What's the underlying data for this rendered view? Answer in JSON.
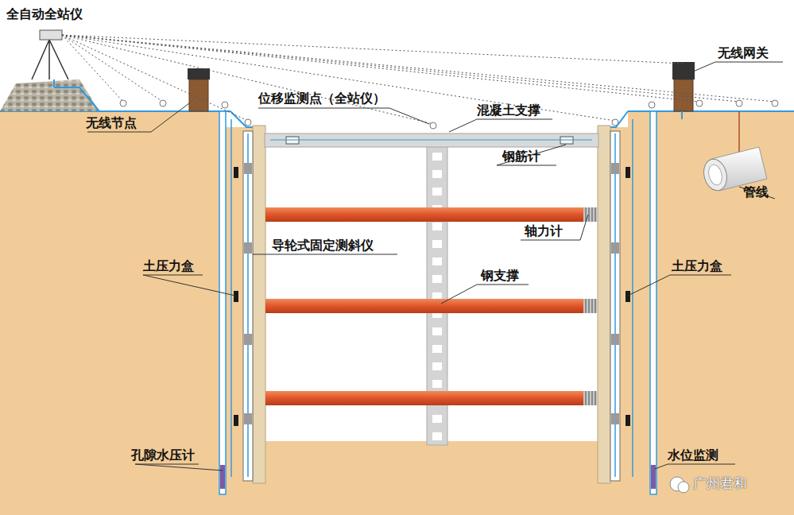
{
  "diagram": {
    "labels": [
      "全自动全站仪",
      "无线节点",
      "位移监测点（全站仪）",
      "混凝土支撑",
      "无线网关",
      "钢筋计",
      "管线",
      "轴力计",
      "导轮式固定测斜仪",
      "土压力盒",
      "钢支撑",
      "土压力盒",
      "孔隙水压计",
      "水位监测",
      "广州君和"
    ]
  }
}
